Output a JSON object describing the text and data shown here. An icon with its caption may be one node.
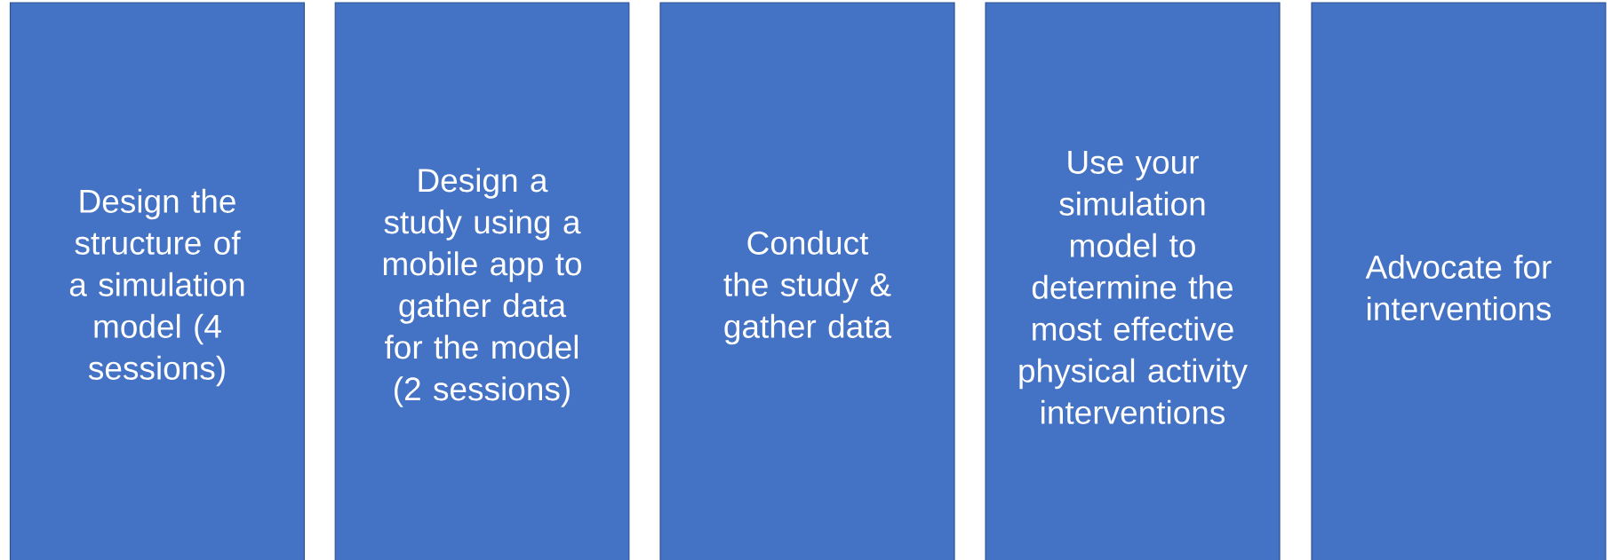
{
  "diagram": {
    "nodes": [
      {
        "text": [
          "Design the structure of a simulation model (4 sessions)"
        ]
      },
      {
        "text": [
          "Design a study using a mobile app to gather data for the model (2 sessions)"
        ]
      },
      {
        "text": [
          "Conduct the study & gather data"
        ]
      },
      {
        "text": [
          "Use your simulation model to determine the most effective physical activity interventions"
        ]
      },
      {
        "text": [
          "Advocate for interventions"
        ]
      }
    ]
  }
}
